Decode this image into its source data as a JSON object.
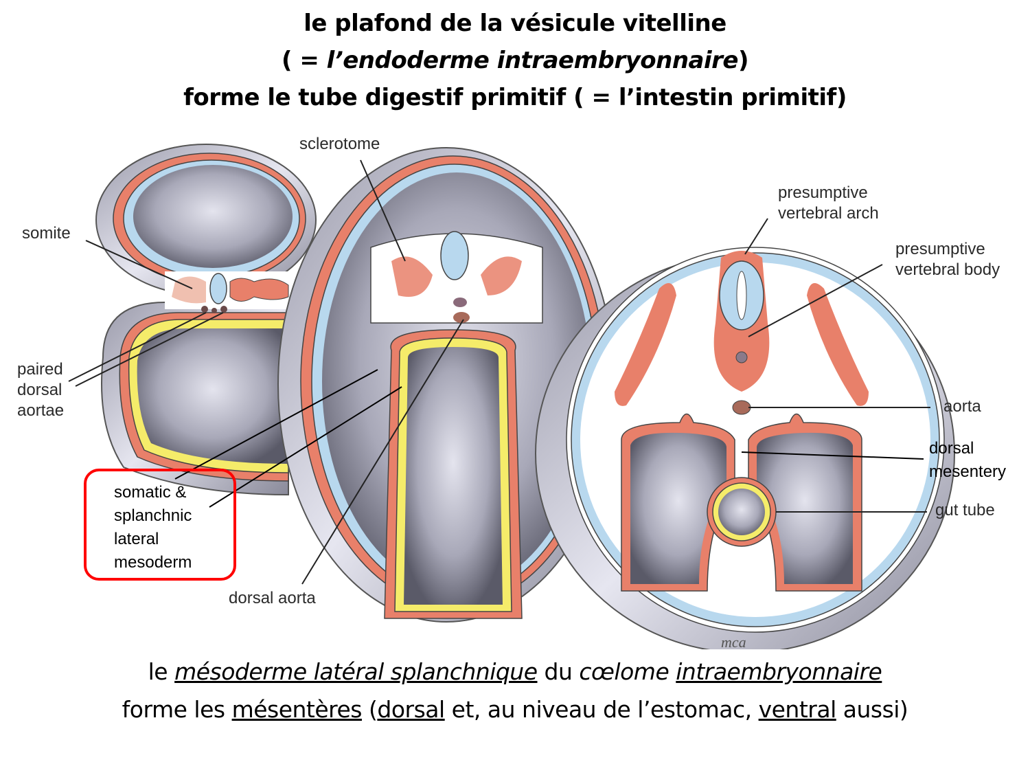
{
  "title": {
    "line1": "le plafond de la vésicule vitelline",
    "line2_open": "( = ",
    "line2_italic": "l’endoderme intraembryonnaire",
    "line2_close": ")",
    "line3": "forme le tube digestif primitif ( = l’intestin  primitif)"
  },
  "diagram": {
    "labels": {
      "sclerotome": "sclerotome",
      "somite": "somite",
      "paired_dorsal_aortae": [
        "paired",
        "dorsal",
        "aortae"
      ],
      "presumptive_vertebral_arch": [
        "presumptive",
        "vertebral arch"
      ],
      "presumptive_vertebral_body": [
        "presumptive",
        "vertebral body"
      ],
      "aorta": "aorta",
      "dorsal_mesentery": [
        "dorsal",
        "mesentery"
      ],
      "gut_tube": "gut tube",
      "dorsal_aorta": "dorsal aorta",
      "lateral_mesoderm": [
        "somatic &",
        "splanchnic",
        "lateral",
        "mesoderm"
      ],
      "signature": "mca"
    },
    "colors": {
      "mesoderm": "#e8806a",
      "ectoderm": "#b8d8ee",
      "endoderm": "#f5ec6a",
      "highlight_box": "#ff0000",
      "cavity": "#8a8a9a"
    }
  },
  "caption": {
    "line1": {
      "w1": "le ",
      "w2": "mésoderme latéral splanchnique",
      "w3": " du ",
      "w4": "cœlome",
      "w5": " ",
      "w6": "intraembryonnaire"
    },
    "line2": {
      "w1": "forme les ",
      "w2": "mésentères",
      "w3": " (",
      "w4": "dorsal",
      "w5": " et, au niveau de l’estomac, ",
      "w6": "ventral",
      "w7": " aussi)"
    }
  }
}
